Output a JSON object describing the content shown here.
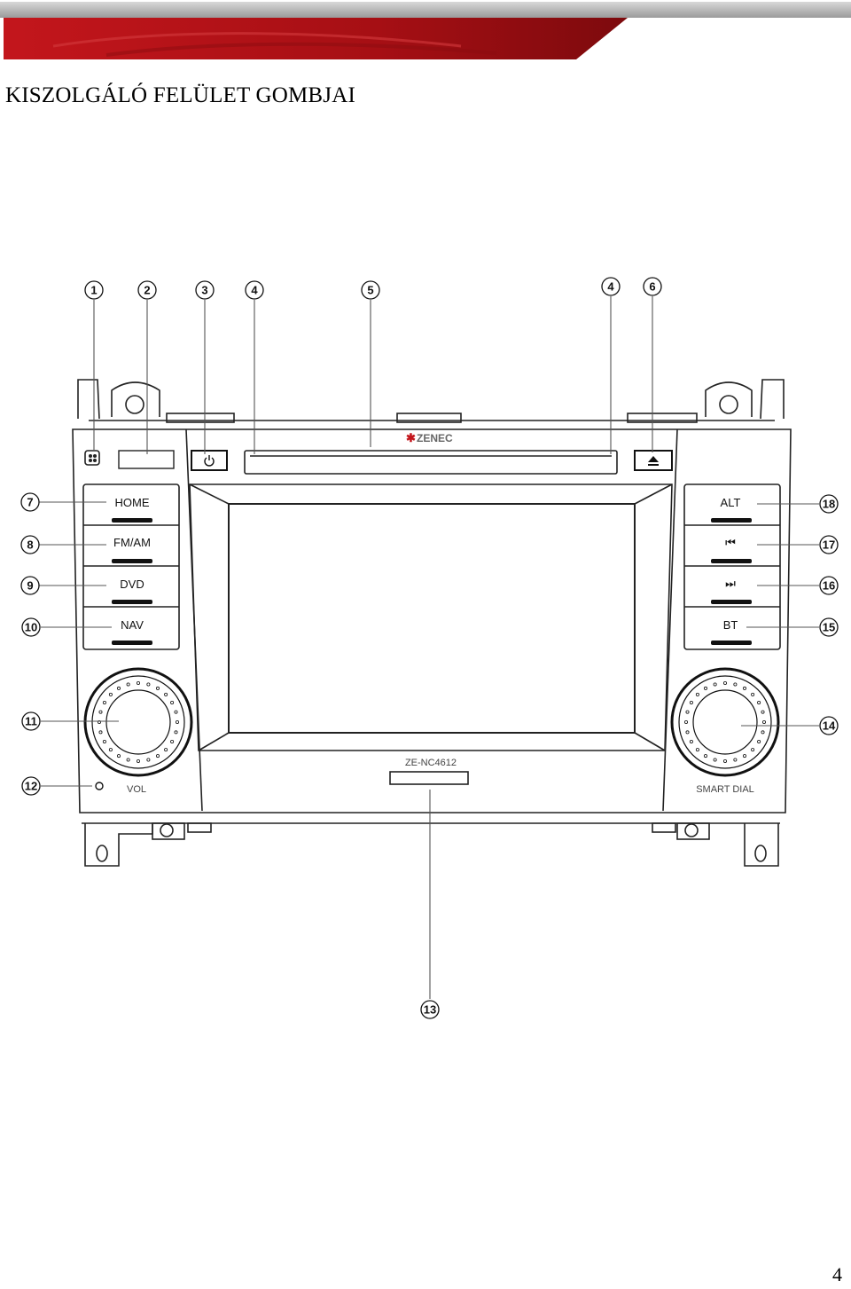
{
  "page": {
    "title": "KISZOLGÁLÓ FELÜLET GOMBJAI",
    "page_number": "4"
  },
  "device": {
    "brand_logo": "ZENEC",
    "model": "ZE-NC4612",
    "left_buttons": [
      "HOME",
      "FM/AM",
      "DVD",
      "NAV"
    ],
    "right_buttons": [
      "ALT",
      "⏮",
      "⏭",
      "BT"
    ],
    "left_knob_label": "VOL",
    "right_knob_label": "SMART DIAL",
    "power_icon": "power-icon",
    "eject_icon": "eject-icon"
  },
  "callouts": [
    "1",
    "2",
    "3",
    "4",
    "5",
    "4",
    "6",
    "7",
    "8",
    "9",
    "10",
    "11",
    "12",
    "13",
    "14",
    "15",
    "16",
    "17",
    "18"
  ],
  "colors": {
    "banner_red": "#c3161c",
    "banner_gray": "#b8b8b8"
  }
}
